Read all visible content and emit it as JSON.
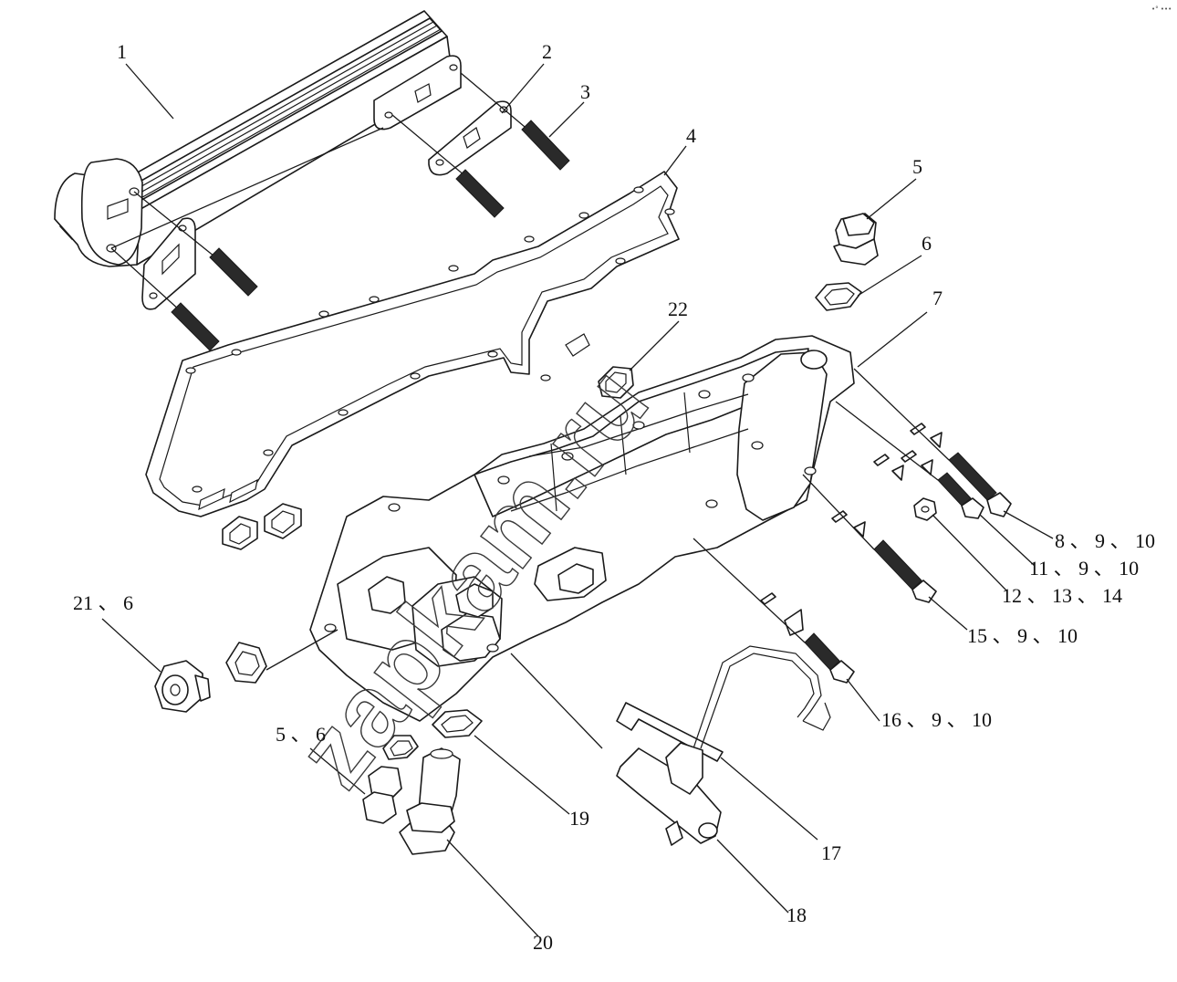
{
  "watermark": "zapkam.ru",
  "corner_mark": "•° •••",
  "callouts": {
    "c1": "1",
    "c2": "2",
    "c3": "3",
    "c4": "4",
    "c5": "5",
    "c6": "6",
    "c7": "7",
    "c8": "8 、 9 、 10",
    "c11": "11 、 9 、 10",
    "c12": "12 、 13 、 14",
    "c15": "15 、 9 、 10",
    "c16": "16 、 9 、 10",
    "c17": "17",
    "c18": "18",
    "c19": "19",
    "c20": "20",
    "c21": "21 、 6",
    "c22": "22",
    "c56": "5 、 6"
  }
}
